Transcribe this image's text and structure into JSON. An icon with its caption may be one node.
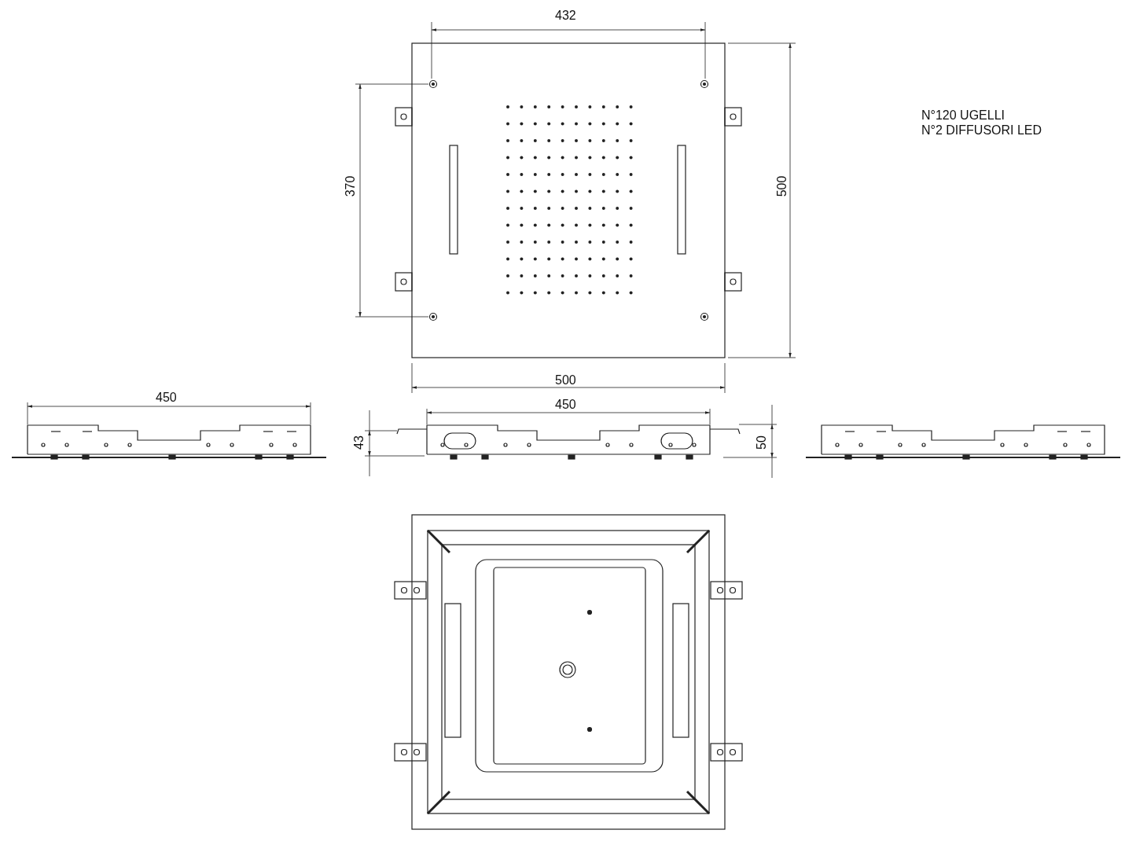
{
  "diagram": {
    "labels": [
      "432",
      "N°120 UGELLI",
      "N°2 DIFFUSORI LED",
      "370",
      "500",
      "500",
      "450",
      "450",
      "43",
      "50"
    ]
  }
}
